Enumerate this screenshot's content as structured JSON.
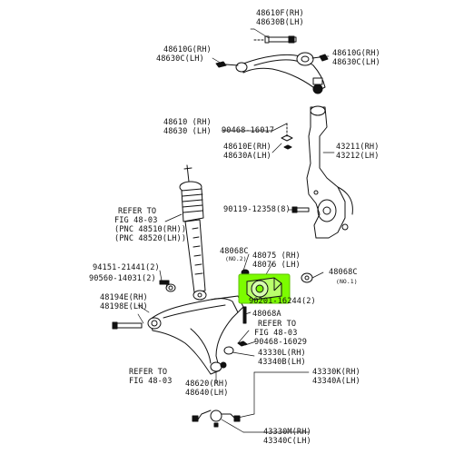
{
  "colors": {
    "ink": "#111111",
    "highlight": "#7CFC00"
  },
  "callouts": {
    "upper_bolt": {
      "rh": "48610F(RH)",
      "lh": "48630B(LH)"
    },
    "upper_left": {
      "rh": "48610G(RH)",
      "lh": "48630C(LH)"
    },
    "upper_right": {
      "rh": "48610G(RH)",
      "lh": "48630C(LH)"
    },
    "upper_arm": {
      "rh": "48610 (RH)",
      "lh": "48630 (LH)"
    },
    "bolt_90468_16017": "90468-16017",
    "upper_arm_ball": {
      "rh": "48610E(RH)",
      "lh": "48630A(LH)"
    },
    "knuckle": {
      "rh": "43211(RH)",
      "lh": "43212(LH)"
    },
    "bolt_90119": "90119-12358(8)",
    "refer_fig_top": {
      "line1": "REFER TO",
      "line2": "FIG 48-03",
      "line3": "(PNC 48510(RH))",
      "line4": "(PNC 48520(LH))"
    },
    "bush_48068c_left": {
      "code": "48068C",
      "note": "(NO.2)"
    },
    "bush_48075": {
      "rh": "48075 (RH)",
      "lh": "48076 (LH)"
    },
    "bush_48068c_right": {
      "code": "48068C",
      "note": "(NO.1)"
    },
    "bolt_94151": "94151-21441(2)",
    "washer_90560": "90560-14031(2)",
    "bolt_90201": "90201-16244(2)",
    "lower_arm_bolt": {
      "rh": "48194E(RH)",
      "lh": "48198E(LH)"
    },
    "bush_48068a": "48068A",
    "refer_fig_mid": {
      "line1": "REFER TO",
      "line2": "FIG 48-03"
    },
    "bolt_90468_16029": "90468-16029",
    "ball_joint_43330l": {
      "rh": "43330L(RH)",
      "lh": "43340B(LH)"
    },
    "refer_fig_bottom": {
      "line1": "REFER TO",
      "line2": "FIG 48-03"
    },
    "ball_joint_43330k": {
      "rh": "43330K(RH)",
      "lh": "43340A(LH)"
    },
    "lower_arm": {
      "rh": "48620(RH)",
      "lh": "48640(LH)"
    },
    "ball_joint_43330m": {
      "rh": "43330M(RH)",
      "lh": "43340C(LH)"
    }
  }
}
